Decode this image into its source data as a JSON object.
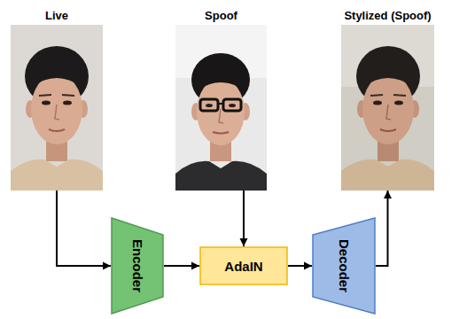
{
  "diagram": {
    "nodes": [
      {
        "text": [
          "Live"
        ]
      },
      {
        "text": [
          "Spoof"
        ]
      },
      {
        "text": [
          "Stylized (Spoof)"
        ]
      },
      {
        "text": [
          "Encoder"
        ]
      },
      {
        "text": [
          "AdaIN"
        ]
      },
      {
        "text": [
          "Decoder"
        ]
      }
    ],
    "edges": [
      {
        "from": 0,
        "to": 3,
        "arrow": "to"
      },
      {
        "from": 3,
        "to": 4,
        "arrow": "to"
      },
      {
        "from": 1,
        "to": 4,
        "arrow": "to"
      },
      {
        "from": 4,
        "to": 5,
        "arrow": "to"
      },
      {
        "from": 5,
        "to": 2,
        "arrow": "to"
      }
    ]
  }
}
